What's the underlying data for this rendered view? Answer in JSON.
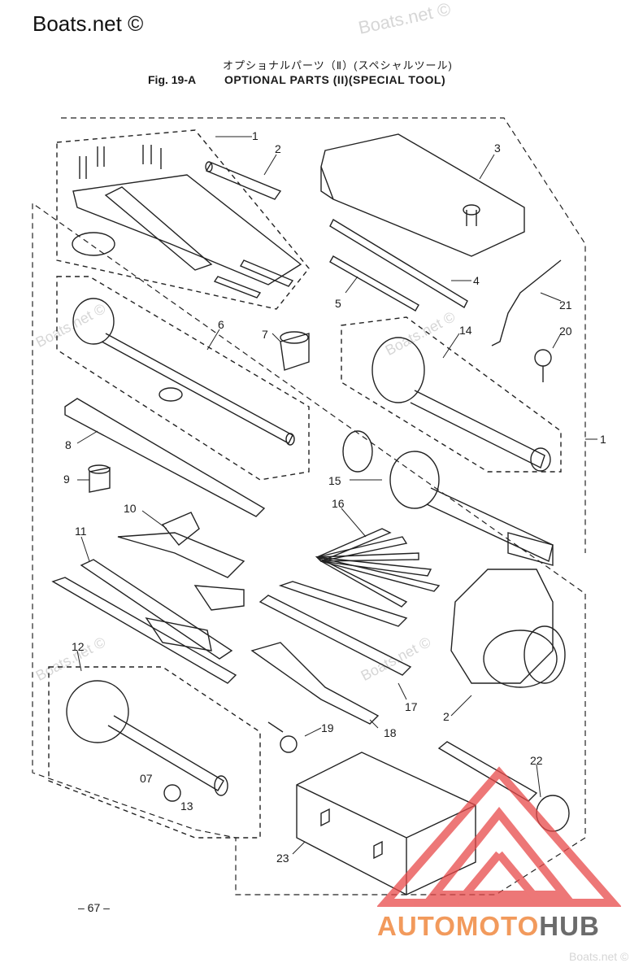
{
  "watermarks": {
    "top_left": "Boats.net ©",
    "faint": [
      "Boats.net ©",
      "Boats.net ©",
      "Boats.net ©",
      "Boats.net ©",
      "Boats.net ©",
      "Boats.net ©"
    ]
  },
  "header": {
    "japanese_title": "オプショナルパーツ（Ⅱ）(スペシャルツール)",
    "fig_label": "Fig. 19-A",
    "title": "OPTIONAL PARTS (II)(SPECIAL TOOL)"
  },
  "callouts": [
    "1",
    "2",
    "3",
    "4",
    "5",
    "6",
    "7",
    "8",
    "9",
    "10",
    "11",
    "12",
    "13",
    "14",
    "15",
    "16",
    "17",
    "18",
    "19",
    "20",
    "21",
    "22",
    "23",
    "1",
    "2",
    "07"
  ],
  "footer": {
    "page_number": "– 67 –"
  },
  "logo": {
    "part1": "AUTOMOTO",
    "part2": "HUB",
    "colors": {
      "accent": "#f29a5c",
      "dark": "#6b6b6b",
      "red": "#e84a4a"
    }
  }
}
